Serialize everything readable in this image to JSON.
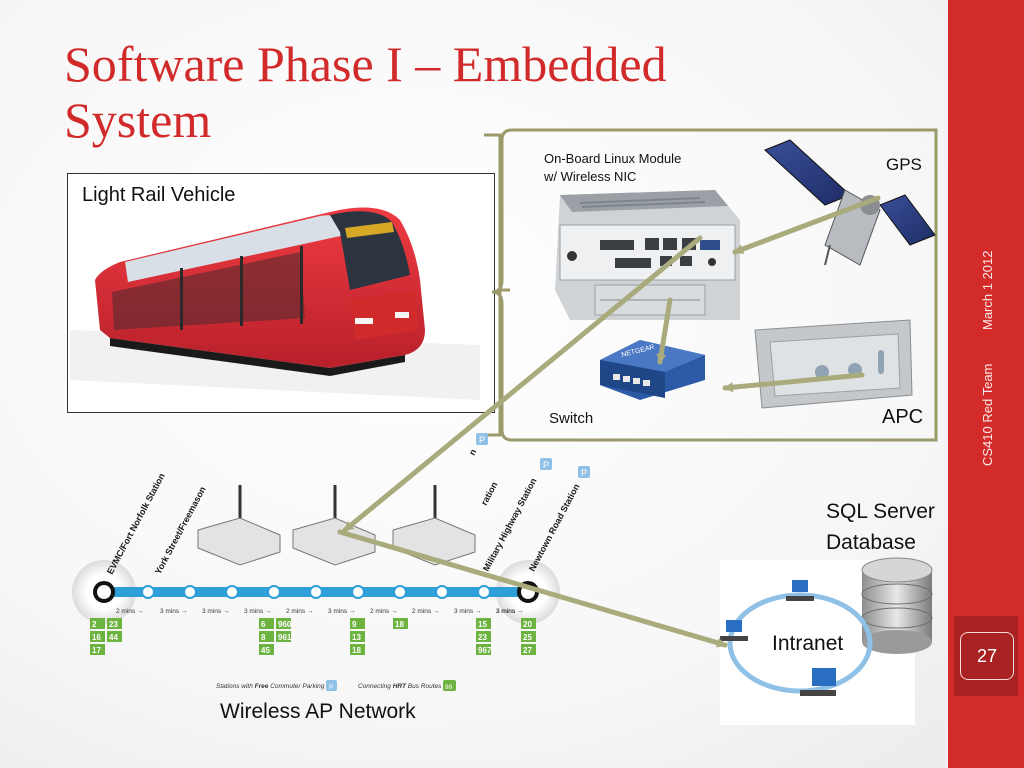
{
  "slide": {
    "title": "Software Phase I – Embedded System",
    "date": "March 1 2012",
    "team": "CS410 Red Team",
    "page_number": "27"
  },
  "labels": {
    "light_rail_vehicle": "Light Rail Vehicle",
    "onboard_module_line1": "On-Board Linux Module",
    "onboard_module_line2": "w/ Wireless NIC",
    "gps": "GPS",
    "switch": "Switch",
    "apc": "APC",
    "sql_line1": "SQL Server",
    "sql_line2": "Database",
    "intranet": "Intranet",
    "wireless_ap_network": "Wireless AP Network",
    "switch_brand": "NETGEAR"
  },
  "route_map": {
    "stations": [
      "EVMC/Fort Norfolk Station",
      "York Street/Freemason",
      "Military Highway Station",
      "Newtown Road Station"
    ],
    "cut_stations": [
      "ration",
      "n"
    ],
    "travel_times": [
      "2 mins",
      "3 mins",
      "3 mins",
      "3 mins",
      "2 mins",
      "3 mins",
      "2 mins",
      "2 mins",
      "3 mins",
      "3 mins"
    ],
    "travel_times_end": "2 mins",
    "routes_col1": [
      "2",
      "23",
      "16",
      "44",
      "17"
    ],
    "routes_col2": [
      "6",
      "960",
      "8",
      "961",
      "45"
    ],
    "routes_col3": [
      "9",
      "13",
      "18"
    ],
    "routes_col4": [
      "18"
    ],
    "routes_col5": [
      "15",
      "23",
      "967"
    ],
    "routes_col6": [
      "20",
      "25",
      "27"
    ],
    "parking_marker": "P",
    "bus_marker": "99",
    "legend_parking_prefix": "Stations with ",
    "legend_parking_free": "Free",
    "legend_parking_suffix": " Commuter Parking",
    "legend_bus_prefix": "Connecting ",
    "legend_bus_hrt": "HRT",
    "legend_bus_suffix": " Bus Routes"
  },
  "colors": {
    "accent_red": "#d32a2a",
    "title_red": "#d12a2a",
    "route_blue": "#2f9fd8",
    "route_green": "#6cb33f",
    "arrow_olive": "#a9ab7c",
    "bracket_olive": "#9c9a6b"
  }
}
